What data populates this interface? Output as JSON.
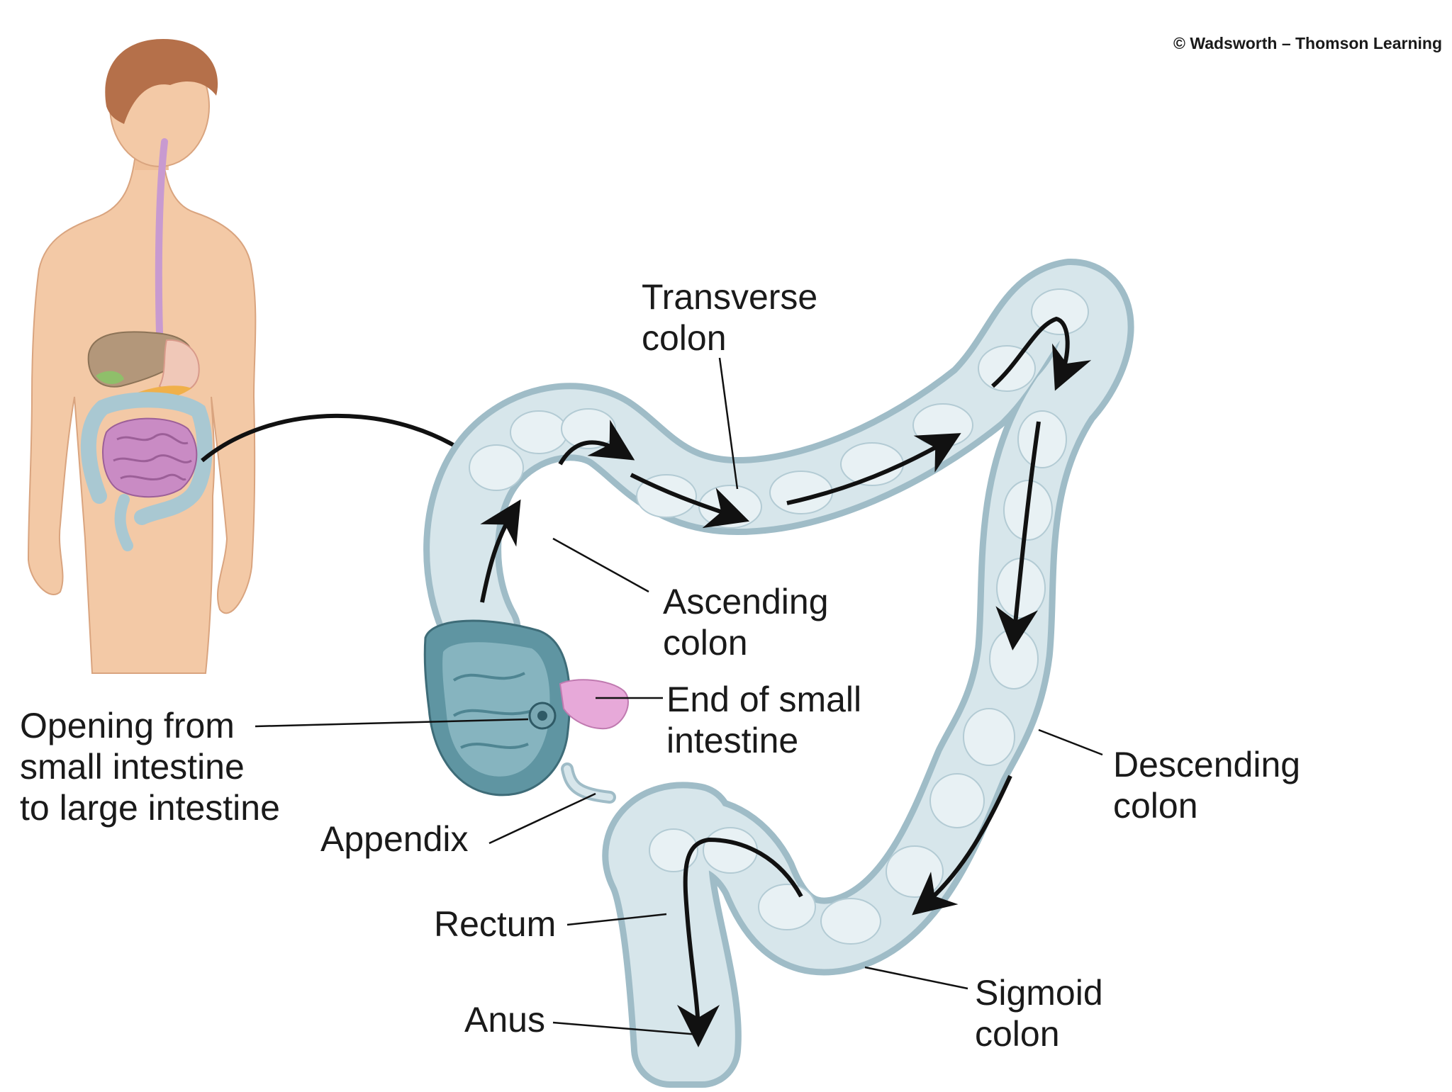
{
  "copyright": "© Wadsworth – Thomson Learning",
  "labels": {
    "transverse_colon": [
      "Transverse",
      "colon"
    ],
    "ascending_colon": [
      "Ascending",
      "colon"
    ],
    "end_small_intestine": [
      "End of small",
      "intestine"
    ],
    "opening": [
      "Opening from",
      "small intestine",
      "to large intestine"
    ],
    "appendix": [
      "Appendix"
    ],
    "descending_colon": [
      "Descending",
      "colon"
    ],
    "rectum": [
      "Rectum"
    ],
    "anus": [
      "Anus"
    ],
    "sigmoid_colon": [
      "Sigmoid",
      "colon"
    ]
  },
  "colors": {
    "skin": "#f3c9a6",
    "hair": "#b5704a",
    "colon": "#cfe0e6",
    "colon_shade": "#9fbcc7",
    "small_intestine": "#c98bc4",
    "liver": "#b3977a",
    "stomach": "#f0c8b8",
    "esophagus": "#c89ad0",
    "cecum_interior": "#5f95a2",
    "arrow": "#111111"
  }
}
